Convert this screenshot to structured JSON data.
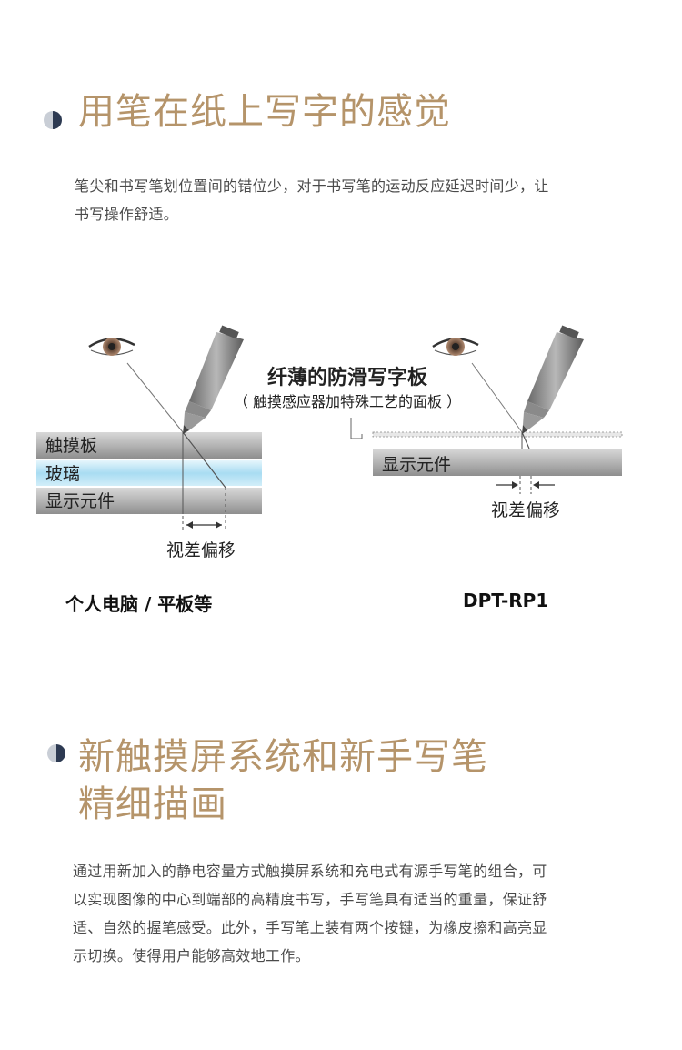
{
  "section1": {
    "title": "用笔在纸上写字的感觉",
    "body_lines": [
      "笔尖和书写笔划位置间的错位少，对于书写笔的运动反应延迟时间少，让",
      "书写操作舒适。"
    ]
  },
  "diagram": {
    "left": {
      "layers": [
        "触摸板",
        "玻璃",
        "显示元件"
      ],
      "offset_label": "视差偏移",
      "caption": "个人电脑 / 平板等"
    },
    "right": {
      "title": "纤薄的防滑写字板",
      "subtitle": "（ 触摸感应器加特殊工艺的面板 ）",
      "layers": [
        "显示元件"
      ],
      "offset_label": "视差偏移",
      "caption": "DPT-RP1"
    }
  },
  "section2": {
    "title_lines": [
      "新触摸屏系统和新手写笔",
      "精细描画"
    ],
    "body_lines": [
      "通过用新加入的静电容量方式触摸屏系统和充电式有源手写笔的组合，可",
      "以实现图像的中心到端部的高精度书写，手写笔具有适当的重量，保证舒",
      "适、自然的握笔感受。此外，手写笔上装有两个按键，为橡皮擦和高亮显",
      "示切换。使得用户能够高效地工作。"
    ]
  },
  "colors": {
    "heading": "#b5946a",
    "bullet_light": "#c9ced6",
    "bullet_dark": "#2d3a52",
    "glass": "#bfe6f6"
  }
}
